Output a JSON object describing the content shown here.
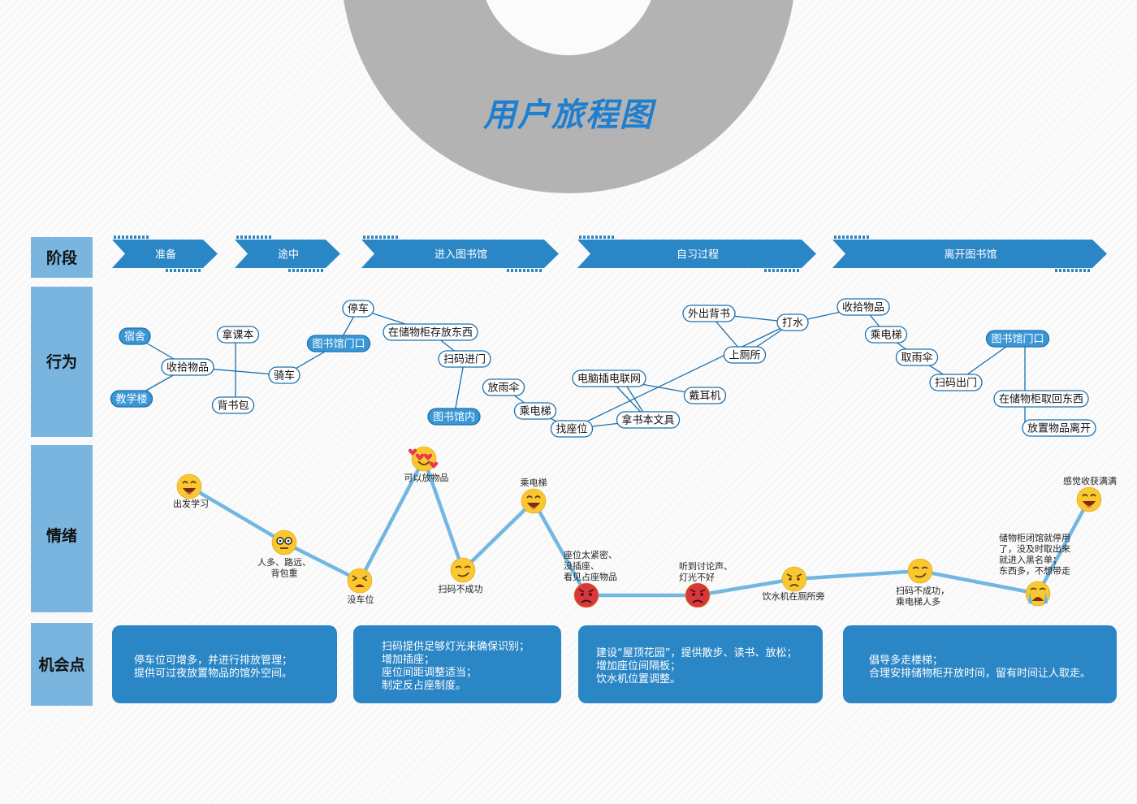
{
  "title": "用户旅程图",
  "row_labels": {
    "stage": "阶段",
    "behavior": "行为",
    "emotion": "情绪",
    "opportunity": "机会点"
  },
  "stages": [
    "准备",
    "途中",
    "进入图书馆",
    "自习过程",
    "离开图书馆"
  ],
  "behavior_nodes": [
    {
      "id": "dorm",
      "label": "宿舍",
      "highlight": true
    },
    {
      "id": "teach",
      "label": "教学楼",
      "highlight": true
    },
    {
      "id": "pack1",
      "label": "收拾物品",
      "highlight": false
    },
    {
      "id": "book",
      "label": "拿课本",
      "highlight": false
    },
    {
      "id": "bag",
      "label": "背书包",
      "highlight": false
    },
    {
      "id": "ride",
      "label": "骑车",
      "highlight": false
    },
    {
      "id": "door1",
      "label": "图书馆门口",
      "highlight": true
    },
    {
      "id": "park",
      "label": "停车",
      "highlight": false
    },
    {
      "id": "store",
      "label": "在储物柜存放东西",
      "highlight": false
    },
    {
      "id": "scanin",
      "label": "扫码进门",
      "highlight": false
    },
    {
      "id": "inside",
      "label": "图书馆内",
      "highlight": true
    },
    {
      "id": "umb1",
      "label": "放雨伞",
      "highlight": false
    },
    {
      "id": "elev1",
      "label": "乘电梯",
      "highlight": false
    },
    {
      "id": "seat",
      "label": "找座位",
      "highlight": false
    },
    {
      "id": "plug",
      "label": "电脑插电联网",
      "highlight": false
    },
    {
      "id": "books2",
      "label": "拿书本文具",
      "highlight": false
    },
    {
      "id": "phones",
      "label": "戴耳机",
      "highlight": false
    },
    {
      "id": "recite",
      "label": "外出背书",
      "highlight": false
    },
    {
      "id": "water",
      "label": "打水",
      "highlight": false
    },
    {
      "id": "wc",
      "label": "上厕所",
      "highlight": false
    },
    {
      "id": "pack2",
      "label": "收拾物品",
      "highlight": false
    },
    {
      "id": "elev2",
      "label": "乘电梯",
      "highlight": false
    },
    {
      "id": "umb2",
      "label": "取雨伞",
      "highlight": false
    },
    {
      "id": "scanout",
      "label": "扫码出门",
      "highlight": false
    },
    {
      "id": "door2",
      "label": "图书馆门口",
      "highlight": true
    },
    {
      "id": "fetch",
      "label": "在储物柜取回东西",
      "highlight": false
    },
    {
      "id": "leave",
      "label": "放置物品离开",
      "highlight": false
    }
  ],
  "emotion_points": [
    {
      "mood": "laugh",
      "label": [
        "出发学习"
      ]
    },
    {
      "mood": "nerd",
      "label": [
        "人多、路远、",
        "背包重"
      ]
    },
    {
      "mood": "tired",
      "label": [
        "没车位"
      ]
    },
    {
      "mood": "love",
      "label": [
        "可以放物品"
      ]
    },
    {
      "mood": "smirk",
      "label": [
        "扫码不成功"
      ]
    },
    {
      "mood": "grin",
      "label": [
        "乘电梯"
      ]
    },
    {
      "mood": "angry",
      "label": [
        "座位太紧密、",
        "没插座、",
        "看见占座物品"
      ]
    },
    {
      "mood": "angry",
      "label": [
        "听到讨论声、",
        "灯光不好"
      ]
    },
    {
      "mood": "annoyed",
      "label": [
        "饮水机在厕所旁"
      ]
    },
    {
      "mood": "smirk",
      "label": [
        "扫码不成功，",
        "乘电梯人多"
      ]
    },
    {
      "mood": "cry",
      "label": [
        "储物柜闭馆就停用",
        "了，没及时取出来",
        "就进入黑名单；",
        "东西多，不想带走"
      ]
    },
    {
      "mood": "grin",
      "label": [
        "感觉收获满满"
      ]
    }
  ],
  "opportunities": [
    [
      "停车位可增多，并进行排放管理；",
      "提供可过夜放置物品的馆外空间。"
    ],
    [
      "扫码提供足够灯光来确保识别；",
      "增加插座；",
      "座位间距调整适当；",
      "制定反占座制度。"
    ],
    [
      "建设“屋顶花园”，提供散步、读书、放松；",
      "增加座位间隔板；",
      "饮水机位置调整。"
    ],
    [
      "倡导多走楼梯；",
      "合理安排储物柜开放时间，留有时间让人取走。"
    ]
  ],
  "colors": {
    "row_label_bg": "#79b5de",
    "stage_arrow": "#2b86c6",
    "opportunity_box": "#2b86c6",
    "title_circle": "#b3b3b3",
    "angry_face": "#d8373c",
    "emoji_face": "#fbc72e"
  }
}
